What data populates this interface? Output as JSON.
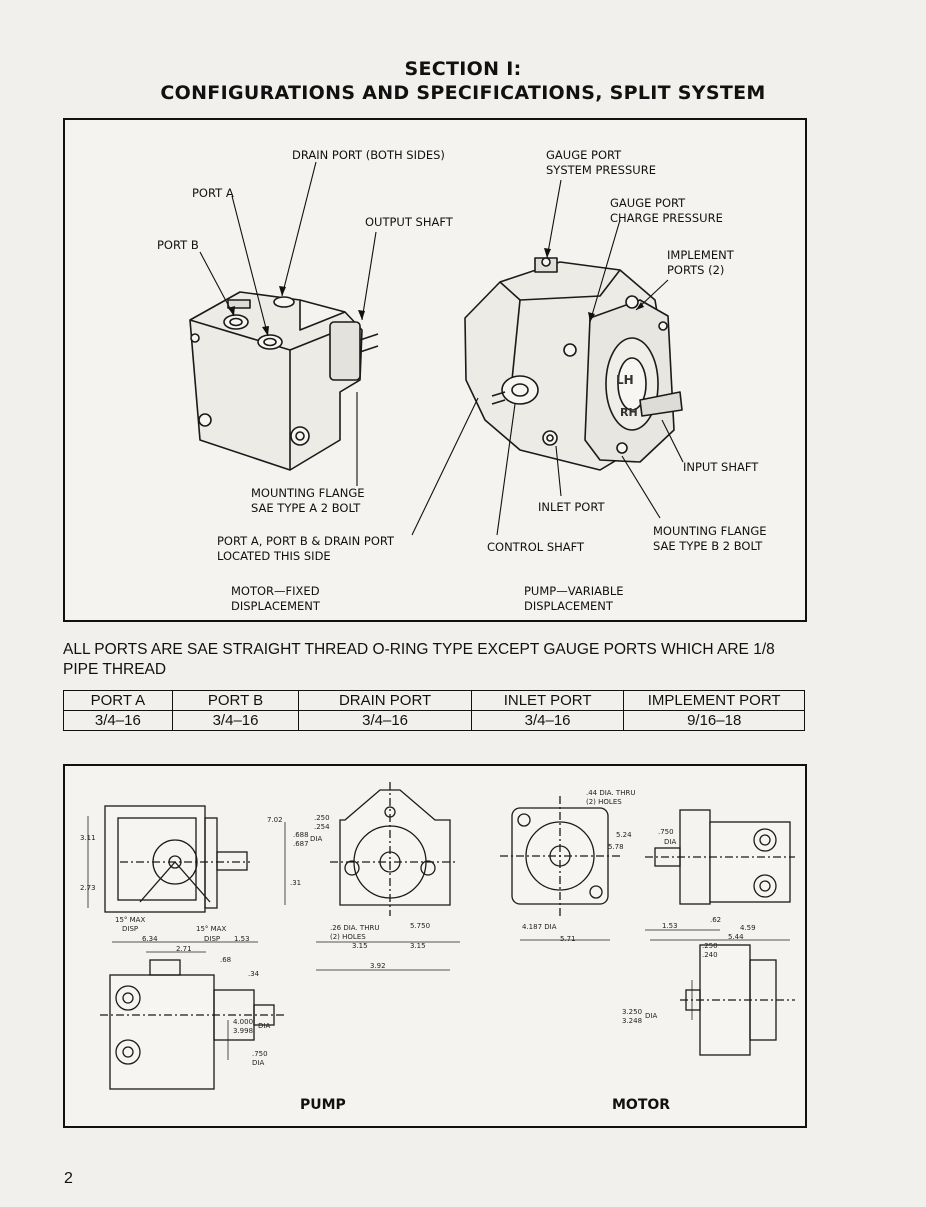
{
  "heading": {
    "line1": "SECTION I:",
    "line2": "CONFIGURATIONS AND SPECIFICATIONS, SPLIT SYSTEM"
  },
  "figure": {
    "labels": {
      "drain_port": "DRAIN PORT (BOTH SIDES)",
      "port_a": "PORT A",
      "port_b": "PORT B",
      "output_shaft": "OUTPUT SHAFT",
      "gauge_system": "GAUGE PORT\nSYSTEM PRESSURE",
      "gauge_charge": "GAUGE PORT\nCHARGE PRESSURE",
      "implement_ports": "IMPLEMENT\nPORTS (2)",
      "input_shaft": "INPUT SHAFT",
      "mounting_flange_a": "MOUNTING FLANGE\nSAE TYPE A 2 BOLT",
      "inlet_port": "INLET PORT",
      "ports_side": "PORT A, PORT B & DRAIN PORT\nLOCATED THIS SIDE",
      "control_shaft": "CONTROL SHAFT",
      "mounting_flange_b": "MOUNTING FLANGE\nSAE TYPE B 2 BOLT",
      "motor_fixed": "MOTOR—FIXED\nDISPLACEMENT",
      "pump_variable": "PUMP—VARIABLE\nDISPLACEMENT"
    }
  },
  "port_note": "ALL PORTS ARE SAE STRAIGHT THREAD O-RING TYPE EXCEPT GAUGE PORTS WHICH ARE 1/8 PIPE THREAD",
  "port_table": {
    "headers": [
      "PORT A",
      "PORT B",
      "DRAIN PORT",
      "INLET PORT",
      "IMPLEMENT PORT"
    ],
    "values": [
      "3/4–16",
      "3/4–16",
      "3/4–16",
      "3/4–16",
      "9/16–18"
    ]
  },
  "dimensions": {
    "pump_caption": "PUMP",
    "motor_caption": "MOTOR",
    "pump": {
      "d311": "3.11",
      "d273": "2.73",
      "max15a": "15° MAX",
      "disp_a": "DISP",
      "max15b": "15° MAX",
      "disp_b": "DISP",
      "d634": "6.34",
      "d271": "2.71",
      "d153": "1.53",
      "d68": ".68",
      "d34": ".34",
      "d702": "7.02",
      "d250": ".250",
      "d254": ".254",
      "d688": ".688",
      "d687": ".687",
      "dia1": "DIA",
      "d31": ".31",
      "holes26": ".26 DIA. THRU",
      "holes2": "(2) HOLES",
      "d5750": "5.750",
      "d315a": "3.15",
      "d315b": "3.15",
      "d392": "3.92",
      "d4000": "4.000",
      "d3998": "3.998",
      "dia2": "DIA",
      "d750": ".750",
      "dia3": "DIA"
    },
    "motor": {
      "holes44": ".44 DIA. THRU",
      "holes2": "(2) HOLES",
      "d524": "5.24",
      "d578": "5.78",
      "d750": ".750",
      "dia1": "DIA",
      "d4187": "4.187 DIA",
      "d571": "5.71",
      "d153": "1.53",
      "d62": ".62",
      "d459": "4.59",
      "d544": "5.44",
      "d250": ".250",
      "d240": ".240",
      "d3250": "3.250",
      "d3248": "3.248",
      "dia2": "DIA"
    }
  },
  "page_number": "2"
}
